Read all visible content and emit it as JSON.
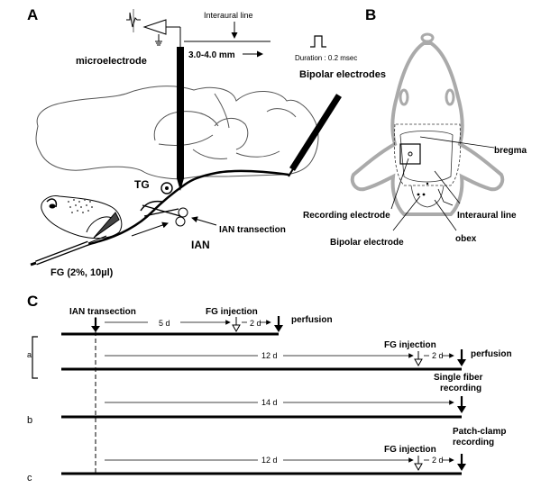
{
  "panels": {
    "a": "A",
    "b": "B",
    "c": "C"
  },
  "panel_a": {
    "microelectrode": "microelectrode",
    "interaural_line": "Interaural line",
    "depth": "3.0-4.0 mm",
    "duration": "Duration : 0.2 msec",
    "bipolar": "Bipolar electrodes",
    "tg": "TG",
    "ian_transection": "IAN transection",
    "ian": "IAN",
    "fg": "FG (2%, 10µl)"
  },
  "panel_b": {
    "bregma": "bregma",
    "recording_electrode": "Recording electrode",
    "interaural_line": "Interaural line",
    "bipolar_electrode": "Bipolar electrode",
    "obex": "obex"
  },
  "panel_c": {
    "ian_transection": "IAN transection",
    "rows": [
      {
        "label": "a",
        "intervals": [
          "5 d",
          "2 d"
        ],
        "injection": "FG injection",
        "end": "perfusion"
      },
      {
        "label": "",
        "intervals": [
          "12 d",
          "2 d"
        ],
        "injection": "FG injection",
        "end": "perfusion"
      },
      {
        "label": "b",
        "intervals": [
          "14 d"
        ],
        "end_line1": "Single fiber",
        "end_line2": "recording"
      },
      {
        "label": "c",
        "intervals": [
          "12 d",
          "2 d"
        ],
        "injection": "FG injection",
        "end_line1": "Patch-clamp",
        "end_line2": "recording"
      }
    ]
  }
}
